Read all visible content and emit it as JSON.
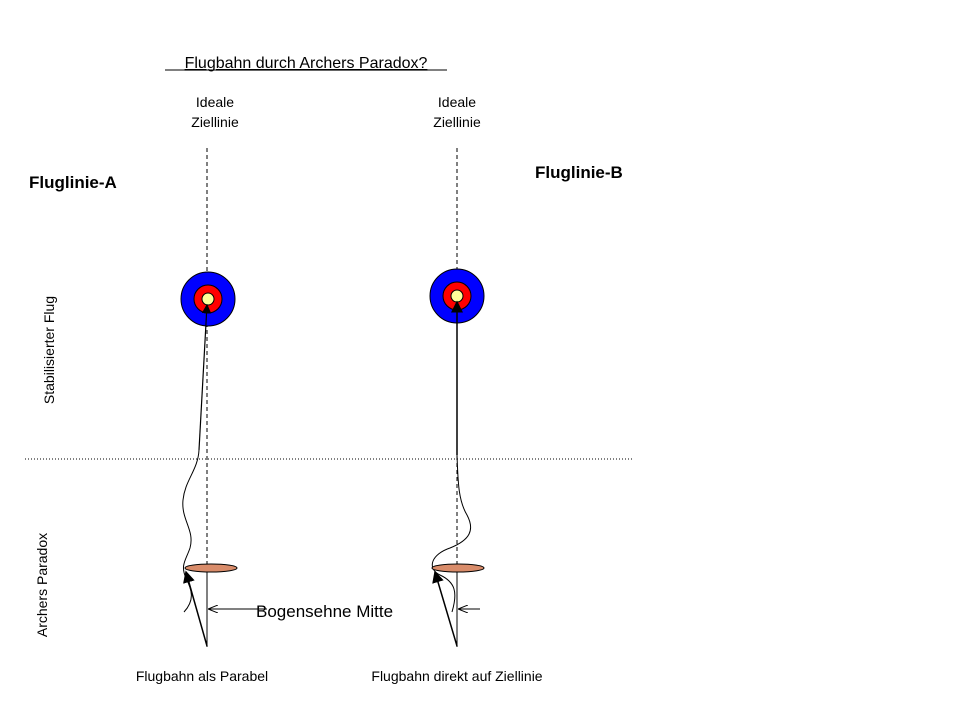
{
  "title": "Flugbahn durch Archers Paradox?",
  "ideal_line_label_1": "Ideale",
  "ideal_line_label_2": "Ziellinie",
  "flight_line_a": "Fluglinie-A",
  "flight_line_b": "Fluglinie-B",
  "zone_stabilized": "Stabilisierter Flug",
  "zone_paradox": "Archers Paradox",
  "string_center": "Bogensehne Mitte",
  "caption_a": "Flugbahn als Parabel",
  "caption_b": "Flugbahn direkt auf Ziellinie",
  "colors": {
    "target_outer": "#0000ff",
    "target_middle": "#ff0000",
    "target_center": "#ffff99",
    "bow_rest": "#d98c6a"
  }
}
